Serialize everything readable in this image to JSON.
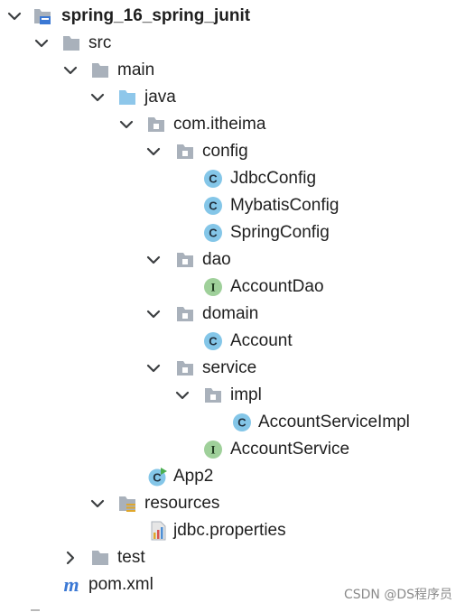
{
  "tree": {
    "project": {
      "label": "spring_16_spring_junit",
      "icon": "project-folder-icon"
    },
    "src": {
      "label": "src",
      "icon": "folder-icon"
    },
    "main": {
      "label": "main",
      "icon": "folder-icon"
    },
    "java": {
      "label": "java",
      "icon": "source-root-folder-icon"
    },
    "package": {
      "label": "com.itheima",
      "icon": "package-icon"
    },
    "config": {
      "label": "config",
      "icon": "package-icon"
    },
    "jdbc_config": {
      "label": "JdbcConfig",
      "icon": "class-icon"
    },
    "mybatis_config": {
      "label": "MybatisConfig",
      "icon": "class-icon"
    },
    "spring_config": {
      "label": "SpringConfig",
      "icon": "class-icon"
    },
    "dao": {
      "label": "dao",
      "icon": "package-icon"
    },
    "account_dao": {
      "label": "AccountDao",
      "icon": "interface-icon"
    },
    "domain": {
      "label": "domain",
      "icon": "package-icon"
    },
    "account": {
      "label": "Account",
      "icon": "class-icon"
    },
    "service": {
      "label": "service",
      "icon": "package-icon"
    },
    "impl": {
      "label": "impl",
      "icon": "package-icon"
    },
    "account_service_impl": {
      "label": "AccountServiceImpl",
      "icon": "class-icon"
    },
    "account_service": {
      "label": "AccountService",
      "icon": "interface-icon"
    },
    "app2": {
      "label": "App2",
      "icon": "runnable-class-icon"
    },
    "resources": {
      "label": "resources",
      "icon": "resources-folder-icon"
    },
    "jdbc_properties": {
      "label": "jdbc.properties",
      "icon": "properties-file-icon"
    },
    "test": {
      "label": "test",
      "icon": "folder-icon"
    },
    "pom": {
      "label": "pom.xml",
      "icon": "maven-icon"
    }
  },
  "watermark": "CSDN @DS程序员",
  "colors": {
    "folder": "#a9b1bb",
    "source_folder": "#8ec7ea",
    "class_badge": "#84c6e8",
    "interface_badge": "#9fd09a",
    "maven": "#3b78d4",
    "chevron": "#3c3f41"
  }
}
